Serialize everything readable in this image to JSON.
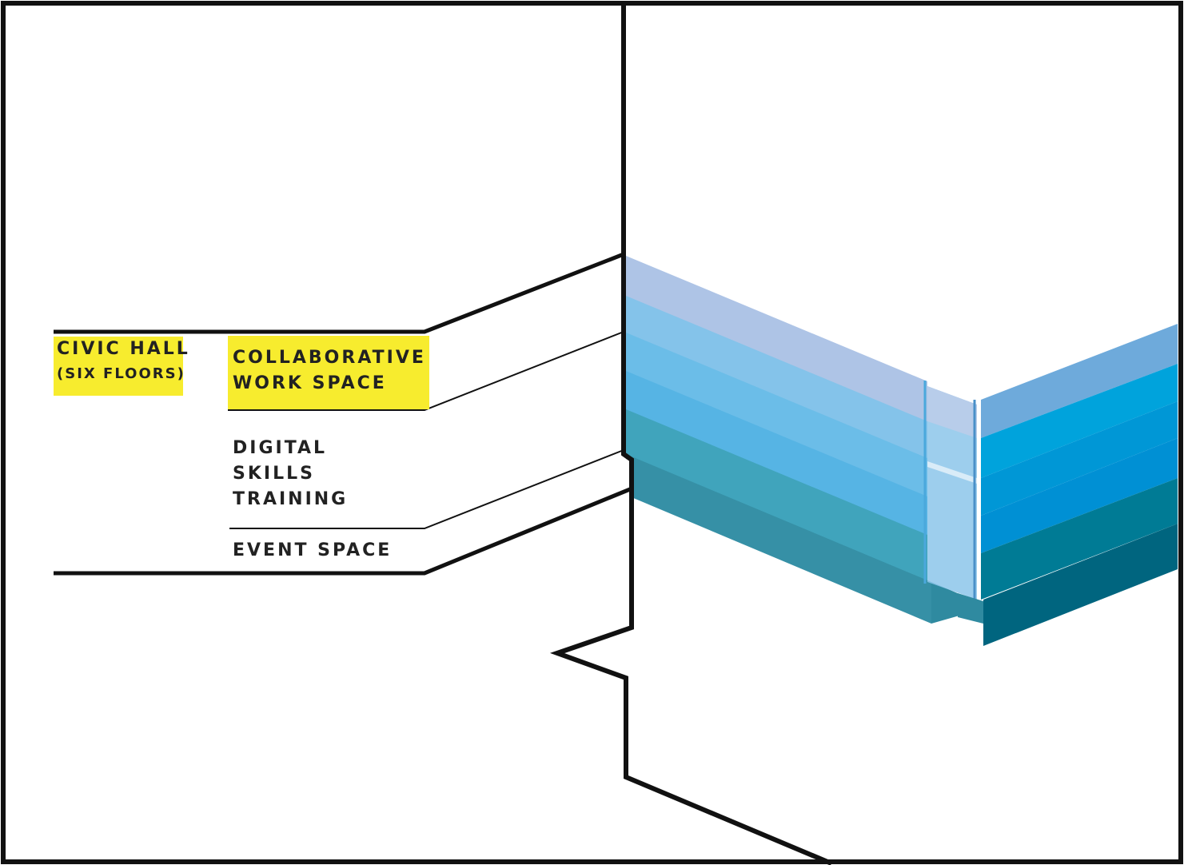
{
  "labels": {
    "civic_hall": {
      "line1": "CIVIC HALL",
      "line2": "(SIX FLOORS)"
    },
    "collaborative": {
      "line1": "COLLABORATIVE",
      "line2": "WORK SPACE"
    },
    "digital": {
      "line1": "DIGITAL",
      "line2": "SKILLS",
      "line3": "TRAINING"
    },
    "event": {
      "line1": "EVENT SPACE"
    }
  },
  "colors": {
    "highlight": "#f7ec2e",
    "floor_top": "#aec4e6",
    "floor_2": "#84c3ea",
    "floor_3": "#6bbde8",
    "floor_4": "#56b4e4",
    "floor_5": "#40a4bc",
    "floor_6": "#3690a6",
    "right_top": "#6eaadb",
    "right_2": "#00a3dc",
    "right_3": "#0097d6",
    "right_4": "#0090d4",
    "right_5": "#007b95",
    "right_6": "#00657f",
    "outline": "#111111"
  }
}
